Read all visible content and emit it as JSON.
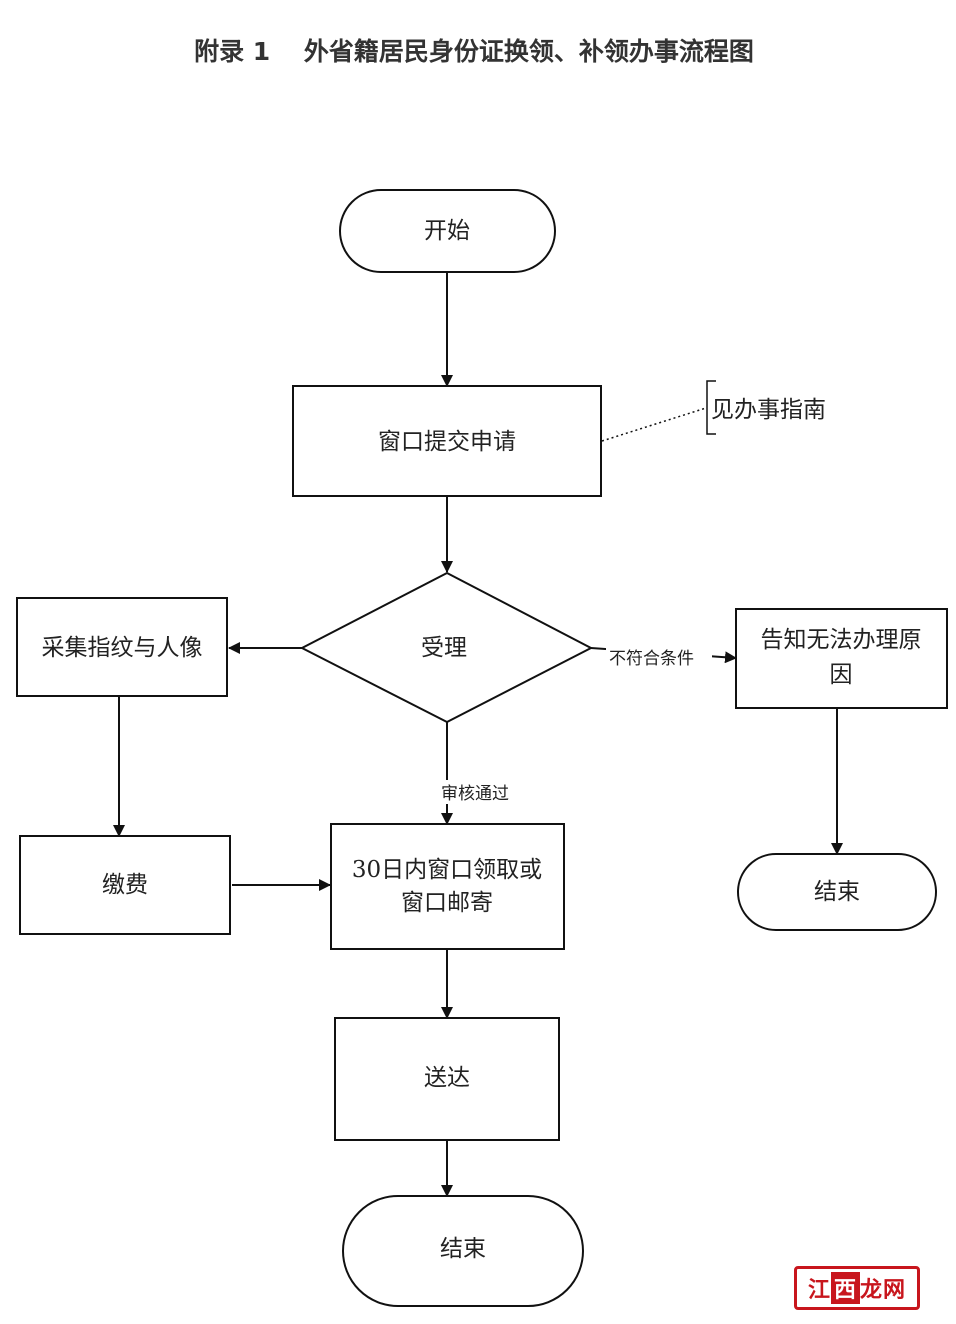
{
  "title": "附录 1　 外省籍居民身份证换领、补领办事流程图",
  "nodes": {
    "start": "开始",
    "submit": "窗口提交申请",
    "accept": "受理",
    "collect": "采集指纹与人像",
    "pay": "缴费",
    "notify_line1": "告知无法办理原",
    "notify_line2": "因",
    "pickup_line1": "30日内窗口领取或",
    "pickup_line2": "窗口邮寄",
    "deliver": "送达",
    "end_right": "结束",
    "end_bottom": "结束"
  },
  "annotation": "见办事指南",
  "edge_labels": {
    "not_qualified": "不符合条件",
    "approved": "审核通过"
  },
  "watermark": {
    "part1": "江",
    "part2": "西",
    "part3": "龙网"
  }
}
